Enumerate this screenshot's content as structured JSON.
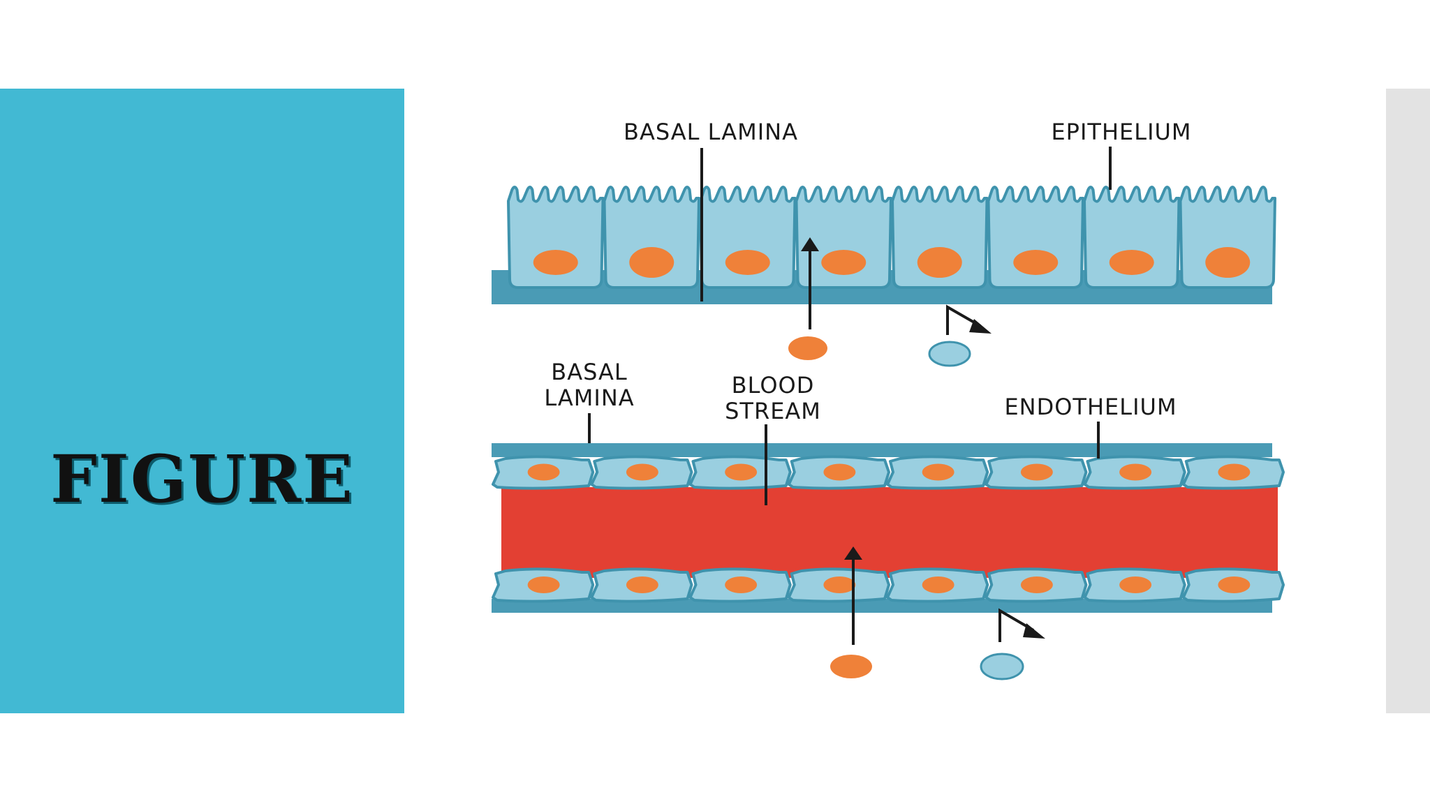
{
  "slide": {
    "title": "FIGURE"
  },
  "diagram": {
    "labels": {
      "basal_lamina_top": "BASAL LAMINA",
      "epithelium": "EPITHELIUM",
      "basal_lamina_bottom_line1": "BASAL",
      "basal_lamina_bottom_line2": "LAMINA",
      "blood_stream_line1": "BLOOD",
      "blood_stream_line2": "STREAM",
      "endothelium": "ENDOTHELIUM"
    },
    "epithelial_cell_count": 8,
    "endothelial_cells_per_row": 8,
    "colors": {
      "panel": "#42b9d3",
      "cell_fill": "#9acfe0",
      "cell_outline": "#3f93ad",
      "basal_lamina": "#4a9bb5",
      "nucleus": "#ef8139",
      "blood": "#e34033",
      "arrow": "#1a1a1a"
    }
  }
}
